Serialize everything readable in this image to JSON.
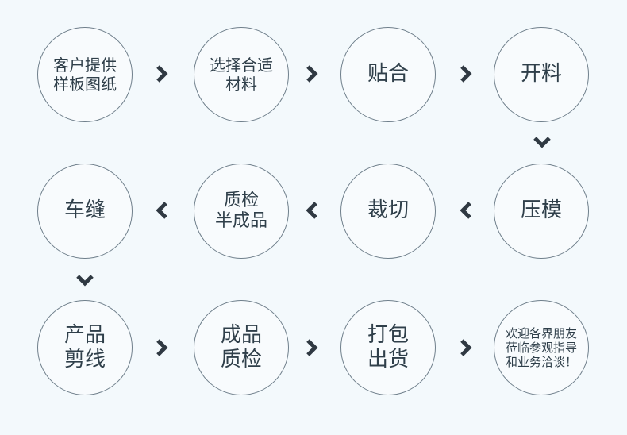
{
  "steps": [
    {
      "id": "customer-provides-sample",
      "lines": [
        "客户提供",
        "样板图纸"
      ]
    },
    {
      "id": "choose-material",
      "lines": [
        "选择合适",
        "材料"
      ]
    },
    {
      "id": "laminate",
      "lines": [
        "贴合"
      ]
    },
    {
      "id": "cut-material",
      "lines": [
        "开料"
      ]
    },
    {
      "id": "press-mold",
      "lines": [
        "压模"
      ]
    },
    {
      "id": "cutting",
      "lines": [
        "裁切"
      ]
    },
    {
      "id": "inspect-semi",
      "lines": [
        "质检",
        "半成品"
      ]
    },
    {
      "id": "sewing",
      "lines": [
        "车缝"
      ]
    },
    {
      "id": "product-trim",
      "lines": [
        "产品",
        "剪线"
      ]
    },
    {
      "id": "inspect-finished",
      "lines": [
        "成品",
        "质检"
      ]
    },
    {
      "id": "pack-ship",
      "lines": [
        "打包",
        "出货"
      ]
    },
    {
      "id": "welcome",
      "lines": [
        "欢迎各界朋友",
        "莅临参观指导",
        "和业务洽谈！"
      ]
    }
  ],
  "colors": {
    "background": "#f3f9fc",
    "circle_border": "#6f7f8b",
    "text": "#2f3f4a",
    "arrow": "#2f3942"
  },
  "arrow_icon": "chevron"
}
